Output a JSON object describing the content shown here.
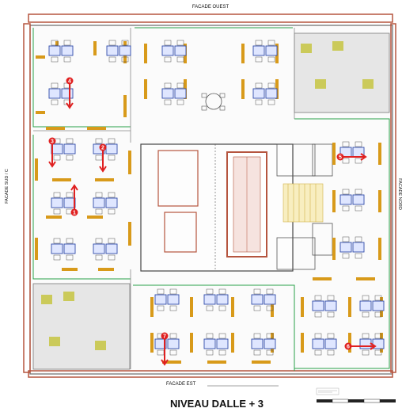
{
  "plan": {
    "top_label": "FACADE OUEST",
    "bottom_label": "FACADE EST",
    "left_label": "FACADE SUD / C",
    "right_label": "FACADE NORD",
    "title": "NIVEAU DALLE + 3"
  },
  "markers": [
    {
      "num": "1",
      "dir": "up"
    },
    {
      "num": "2",
      "dir": "down"
    },
    {
      "num": "3",
      "dir": "down"
    },
    {
      "num": "4",
      "dir": "down"
    },
    {
      "num": "5",
      "dir": "right"
    },
    {
      "num": "6",
      "dir": "right"
    },
    {
      "num": "7",
      "dir": "down"
    }
  ],
  "colors": {
    "wall": "#6a6a6a",
    "brick": "#b5553f",
    "desk": "#2f4aa8",
    "glass": "#2aa04a",
    "storage": "#d89a1a",
    "plant": "#c8c64a",
    "marker": "#e02020"
  }
}
